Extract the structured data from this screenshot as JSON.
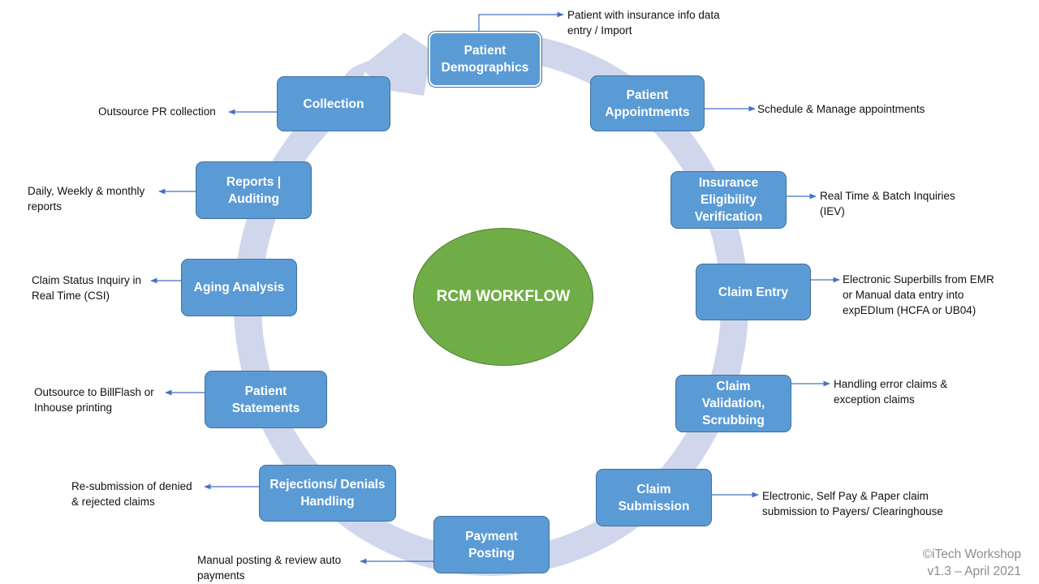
{
  "title": "RCM WORKFLOW",
  "colors": {
    "step_fill": "#5b9bd5",
    "step_border": "#41719c",
    "center_fill": "#70ad47",
    "ring": "#d0d7ec",
    "connector": "#4472c4",
    "footer_text": "#8c8c8c"
  },
  "steps": [
    {
      "id": "patient-demographics",
      "label": "Patient\nDemographics",
      "note": "Patient with insurance info data\nentry / Import"
    },
    {
      "id": "patient-appointments",
      "label": "Patient\nAppointments",
      "note": "Schedule & Manage appointments"
    },
    {
      "id": "insurance-eligibility-verification",
      "label": "Insurance\nEligibility\nVerification",
      "note": "Real Time & Batch Inquiries\n(IEV)"
    },
    {
      "id": "claim-entry",
      "label": "Claim Entry",
      "note": "Electronic Superbills from EMR\nor Manual data entry into\nexpEDIum (HCFA or UB04)"
    },
    {
      "id": "claim-validation-scrubbing",
      "label": "Claim\nValidation,\nScrubbing",
      "note": "Handling error  claims &\nexception claims"
    },
    {
      "id": "claim-submission",
      "label": "Claim\nSubmission",
      "note": "Electronic, Self Pay & Paper claim\nsubmission to Payers/ Clearinghouse"
    },
    {
      "id": "payment-posting",
      "label": "Payment\nPosting",
      "note": "Manual posting & review auto\npayments"
    },
    {
      "id": "rejections-denials-handling",
      "label": "Rejections/ Denials\nHandling",
      "note": "Re-submission of denied\n& rejected claims"
    },
    {
      "id": "patient-statements",
      "label": "Patient\nStatements",
      "note": "Outsource to BillFlash or\nInhouse printing"
    },
    {
      "id": "aging-analysis",
      "label": "Aging Analysis",
      "note": "Claim Status Inquiry in\nReal Time (CSI)"
    },
    {
      "id": "reports-auditing",
      "label": "Reports |\nAuditing",
      "note": "Daily, Weekly & monthly\nreports"
    },
    {
      "id": "collection",
      "label": "Collection",
      "note": "Outsource PR collection"
    }
  ],
  "footer": {
    "copyright": "©iTech Workshop",
    "version": "v1.3 – April 2021"
  }
}
